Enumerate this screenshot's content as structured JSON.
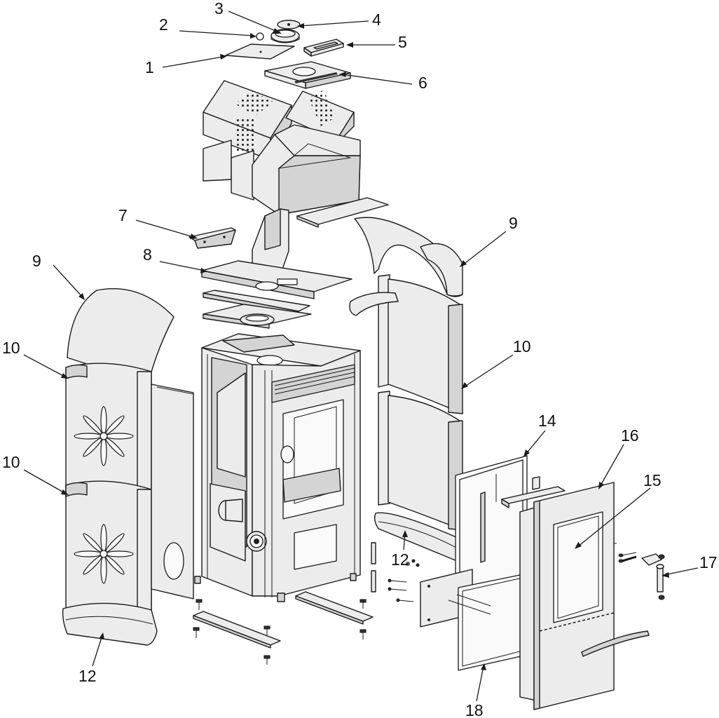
{
  "callouts": {
    "c1": "1",
    "c2": "2",
    "c3": "3",
    "c4": "4",
    "c5": "5",
    "c6": "6",
    "c7": "7",
    "c8": "8",
    "c9_left": "9",
    "c9_right": "9",
    "c10_left_upper": "10",
    "c10_left_lower": "10",
    "c10_right": "10",
    "c12_left": "12",
    "c12_right": "12",
    "c14": "14",
    "c15": "15",
    "c16": "16",
    "c17": "17",
    "c18": "18"
  },
  "colors": {
    "line": "#1a1a1a",
    "fill": "#ececec",
    "background": "#ffffff"
  }
}
